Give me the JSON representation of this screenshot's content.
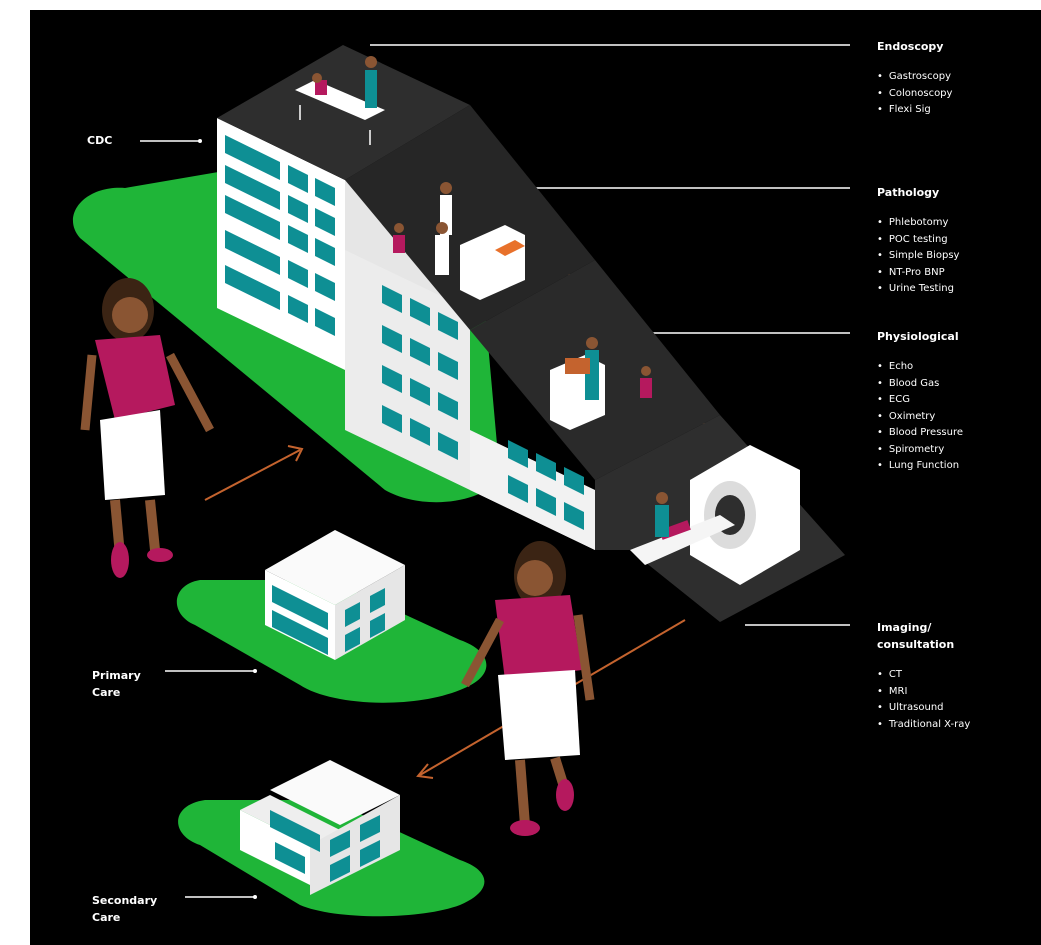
{
  "labels": {
    "cdc": "CDC",
    "primary": [
      "Primary",
      "Care"
    ],
    "secondary": [
      "Secondary",
      "Care"
    ]
  },
  "sections": [
    {
      "title": [
        "Endoscopy"
      ],
      "items": [
        "Gastroscopy",
        "Colonoscopy",
        "Flexi Sig"
      ]
    },
    {
      "title": [
        "Pathology"
      ],
      "items": [
        "Phlebotomy",
        "POC testing",
        "Simple Biopsy",
        "NT-Pro BNP",
        "Urine Testing"
      ]
    },
    {
      "title": [
        "Physiological"
      ],
      "items": [
        "Echo",
        "Blood Gas",
        "ECG",
        "Oximetry",
        "Blood Pressure",
        "Spirometry",
        "Lung Function"
      ]
    },
    {
      "title": [
        "Imaging/",
        "consultation"
      ],
      "items": [
        "CT",
        "MRI",
        "Ultrasound",
        "Traditional X-ray"
      ]
    }
  ],
  "colors": {
    "background": "#000000",
    "ground": "#1fb538",
    "building": "#f2f2f2",
    "window": "#0e8f94",
    "floor": "#2e2e2e",
    "skirt": "#b5195e",
    "skin": "#8a5533",
    "hair": "#3b2414",
    "arrow": "#c4632e",
    "leader": "#ffffff"
  }
}
